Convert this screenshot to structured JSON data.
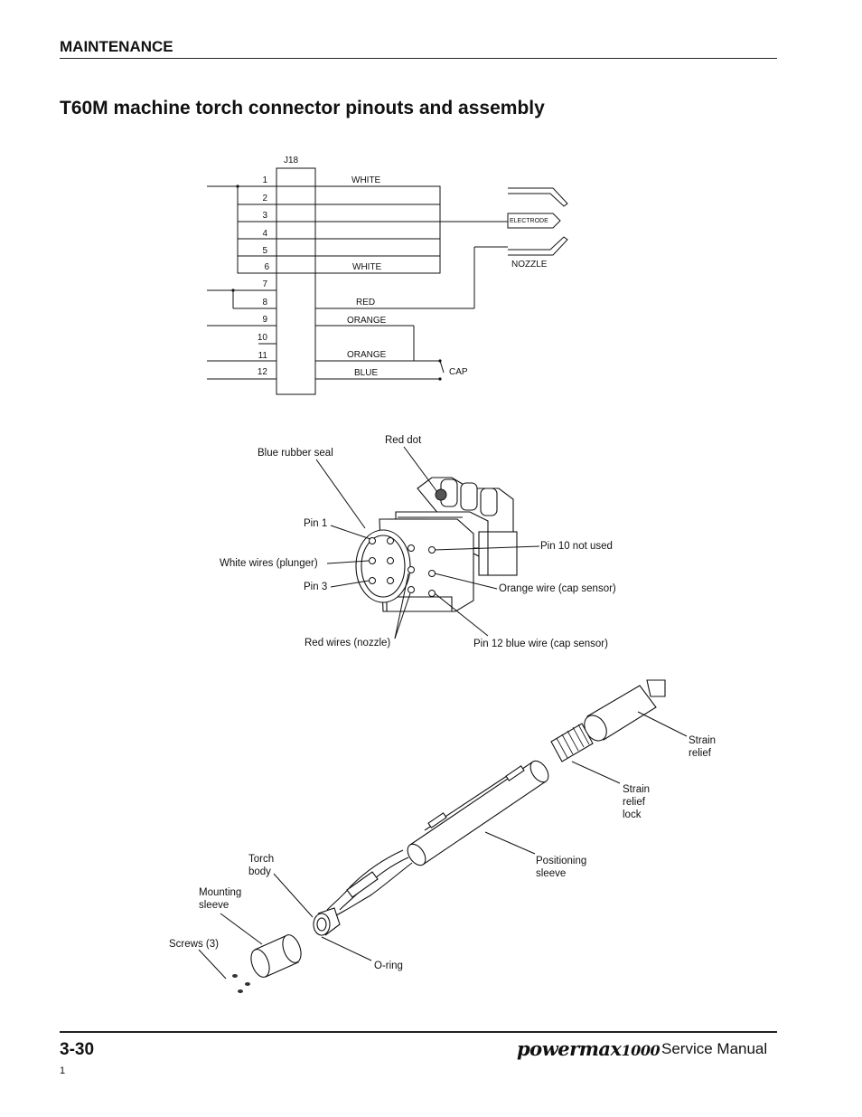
{
  "header": {
    "section": "MAINTENANCE",
    "title": "T60M machine torch connector pinouts and assembly"
  },
  "schematic": {
    "connector_label": "J18",
    "pins": [
      "1",
      "2",
      "3",
      "4",
      "5",
      "6",
      "7",
      "8",
      "9",
      "10",
      "11",
      "12"
    ],
    "wire_labels": [
      "WHITE",
      "WHITE",
      "RED",
      "ORANGE",
      "ORANGE",
      "BLUE"
    ],
    "electrode_label": "ELECTRODE",
    "nozzle_label": "NOZZLE",
    "cap_label": "CAP"
  },
  "connector_view": {
    "labels": {
      "red_dot": "Red dot",
      "blue_seal": "Blue rubber seal",
      "pin1": "Pin 1",
      "white_wires": "White wires (plunger)",
      "pin3": "Pin 3",
      "red_wires": "Red wires (nozzle)",
      "pin10": "Pin 10 not used",
      "orange_wire": "Orange wire (cap sensor)",
      "pin12": "Pin 12 blue wire (cap sensor)"
    }
  },
  "torch_view": {
    "labels": {
      "strain_relief": [
        "Strain",
        "relief"
      ],
      "strain_relief_lock": [
        "Strain",
        "relief",
        "lock"
      ],
      "positioning_sleeve": [
        "Positioning",
        "sleeve"
      ],
      "torch_body": [
        "Torch",
        "body"
      ],
      "mounting_sleeve": [
        "Mounting",
        "sleeve"
      ],
      "screws": "Screws (3)",
      "o_ring": "O-ring"
    }
  },
  "footer": {
    "page_number": "3-30",
    "logo_main": "powermax",
    "logo_num": "1000",
    "manual": "Service Manual",
    "revision": "1"
  }
}
